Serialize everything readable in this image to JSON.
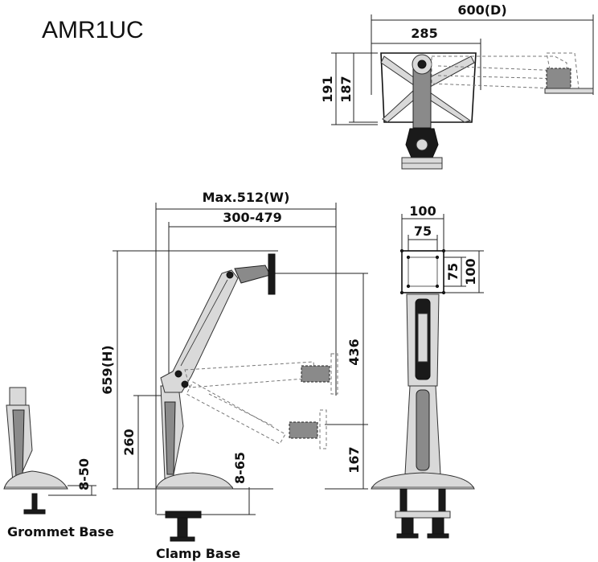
{
  "model": "AMR1UC",
  "top_view": {
    "depth": "600(D)",
    "width": "285",
    "height_outer": "191",
    "height_inner": "187"
  },
  "side_view": {
    "max_width": "Max.512(W)",
    "reach": "300-479",
    "height": "659(H)",
    "pole": "260",
    "clamp_thickness": "8-65",
    "tilt_range": "436",
    "bottom": "167"
  },
  "back_view": {
    "vesa_outer_w": "100",
    "vesa_inner_w": "75",
    "vesa_inner_h": "75",
    "vesa_outer_h": "100"
  },
  "grommet_view": {
    "thickness": "8-50",
    "caption": "Grommet Base"
  },
  "clamp_caption": "Clamp Base"
}
